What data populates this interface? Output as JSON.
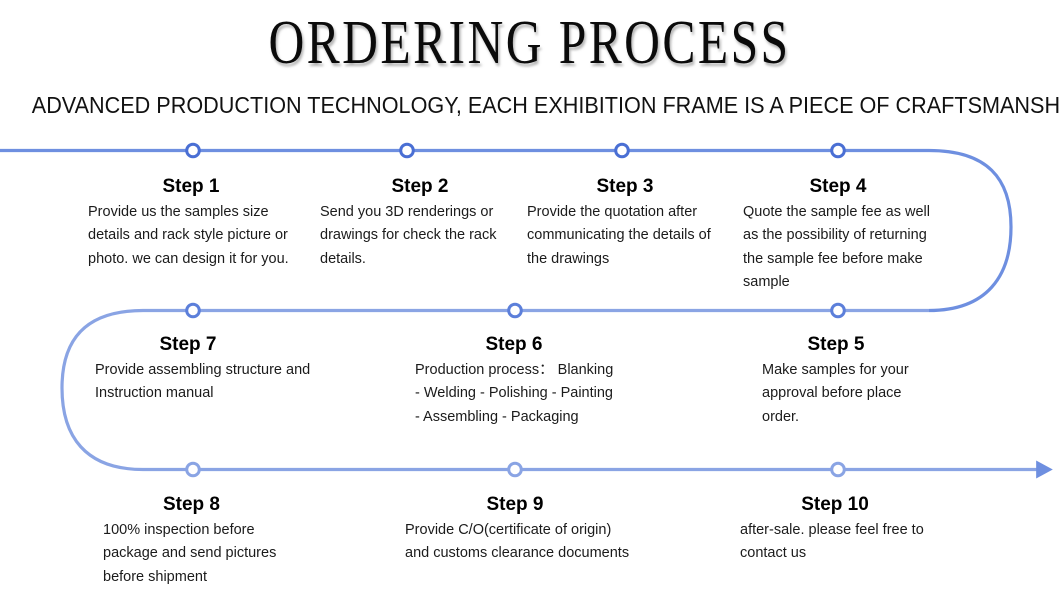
{
  "header": {
    "title": "ORDERING  PROCESS",
    "subtitle": "ADVANCED PRODUCTION TECHNOLOGY, EACH EXHIBITION FRAME IS A PIECE OF CRAFTSMANSHIP"
  },
  "colors": {
    "line": "#6e8fe0",
    "line_light": "#93abe8",
    "marker_stroke": "#4a6fd4",
    "marker_fill": "#ffffff",
    "title_text": "#0b0b0b",
    "body_text": "#1b1b1b",
    "background": "#ffffff"
  },
  "flow": {
    "arrow_icon": "arrow-right-icon",
    "marker_icon": "circle-node-icon",
    "rows": 3,
    "direction": "left-to-right, serpentine"
  },
  "steps": [
    {
      "id": "step-1",
      "title": "Step 1",
      "body": "Provide us the samples size details and rack style picture or photo. we can design it for you."
    },
    {
      "id": "step-2",
      "title": "Step 2",
      "body": "Send you 3D renderings or drawings for check the rack details."
    },
    {
      "id": "step-3",
      "title": "Step 3",
      "body": "Provide the quotation after communicating the details of the drawings"
    },
    {
      "id": "step-4",
      "title": "Step 4",
      "body": "Quote the sample fee as well as the possibility of returning the sample fee before make sample"
    },
    {
      "id": "step-5",
      "title": "Step 5",
      "body": "Make samples for your approval before place order."
    },
    {
      "id": "step-6",
      "title": "Step 6",
      "body": "Production process： Blanking - Welding - Polishing - Painting - Assembling - Packaging"
    },
    {
      "id": "step-7",
      "title": "Step 7",
      "body": "Provide assembling structure and Instruction manual"
    },
    {
      "id": "step-8",
      "title": "Step 8",
      "body": "100% inspection before package and send pictures before shipment"
    },
    {
      "id": "step-9",
      "title": "Step 9",
      "body": "Provide C/O(certificate of origin) and customs clearance documents"
    },
    {
      "id": "step-10",
      "title": "Step 10",
      "body": "after-sale. please feel free to contact us"
    }
  ]
}
